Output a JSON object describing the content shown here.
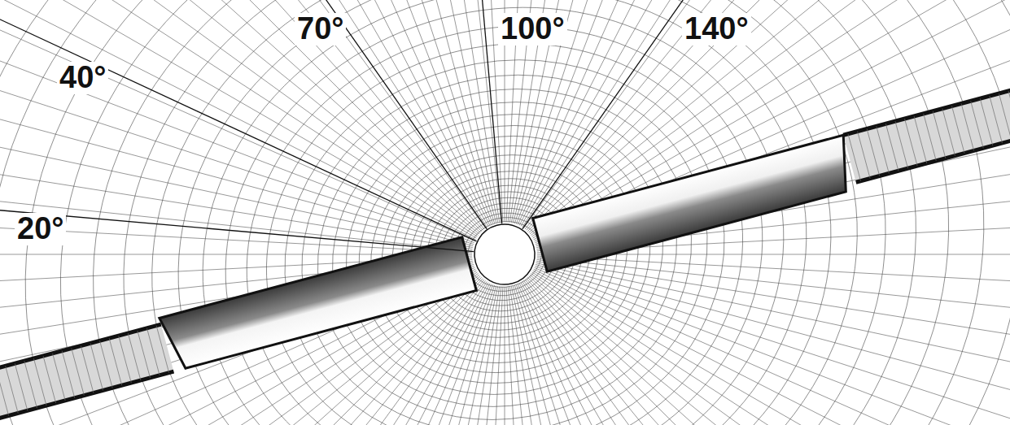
{
  "diagram": {
    "labels": [
      "70°",
      "100°",
      "140°",
      "40°",
      "20°"
    ]
  }
}
